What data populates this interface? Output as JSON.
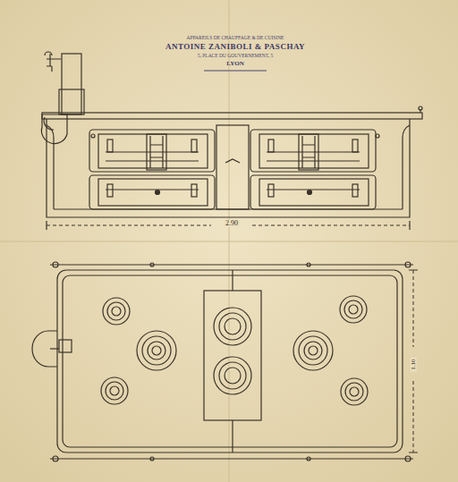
{
  "diagram": {
    "labels": [
      "APPAREILS DE CHAUFFAGE & DE CUISINE",
      "ANTOINE ZANIBOLI & PASCHAY",
      "5, PLACE DU GOUVERNEMENT, 5",
      "LYON",
      "2.90",
      "1.10"
    ]
  }
}
